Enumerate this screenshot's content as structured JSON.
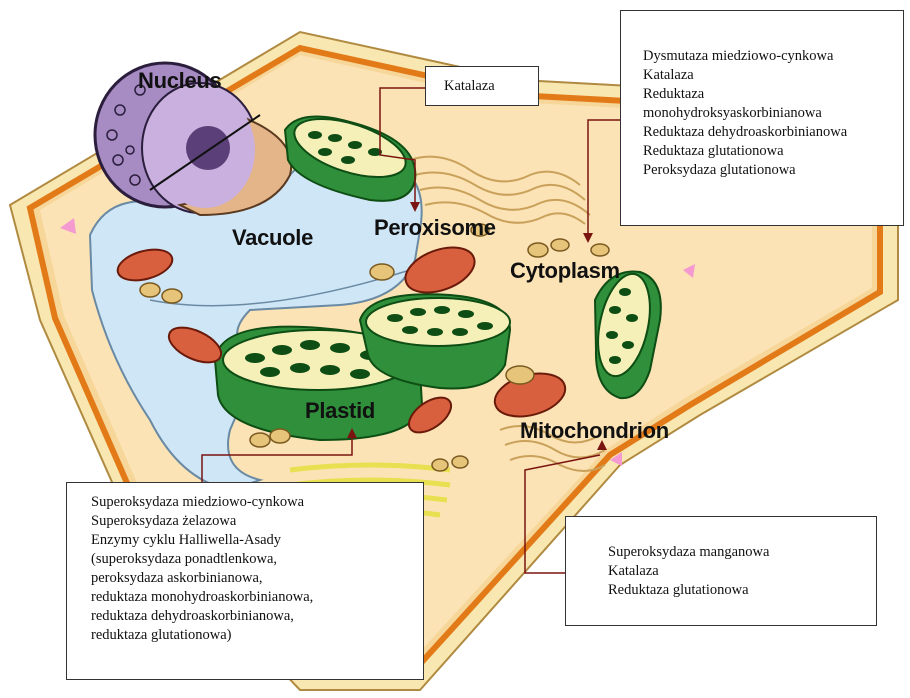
{
  "organelle_labels": {
    "nucleus": "Nucleus",
    "vacuole": "Vacuole",
    "peroxisome": "Peroxisome",
    "cytoplasm": "Cytoplasm",
    "plastid": "Plastid",
    "mitochondrion": "Mitochondrion"
  },
  "boxes": {
    "peroxisome_box": {
      "items": [
        "Katalaza"
      ]
    },
    "cytoplasm_box": {
      "items": [
        "Dysmutaza miedziowo-cynkowa",
        "Katalaza",
        "Reduktaza",
        "monohydroksyaskorbinianowa",
        "Reduktaza dehydroaskorbinianowa",
        "Reduktaza glutationowa",
        "Peroksydaza glutationowa"
      ]
    },
    "plastid_box": {
      "items": [
        "Superoksydaza miedziowo-cynkowa",
        "Superoksydaza żelazowa",
        "Enzymy cyklu Halliwella-Asady",
        "(superoksydaza ponadtlenkowa,",
        "peroksydaza askorbinianowa,",
        "reduktaza monohydroaskorbinianowa,",
        "reduktaza dehydroaskorbinianowa,",
        "reduktaza glutationowa)"
      ]
    },
    "mitochondrion_box": {
      "items": [
        "Superoksydaza manganowa",
        "Katalaza",
        "Reduktaza glutationowa"
      ]
    }
  },
  "colors": {
    "cell_wall": "#f8e7b0",
    "cell_membrane": "#f08a24",
    "cytoplasm": "#fbe3b5",
    "vacuole": "#cfe6f7",
    "nucleus": "#a78cc4",
    "plastid_green": "#2f8f3a",
    "thylakoid": "#0e4d14",
    "mitochondrion": "#d9603f",
    "connector": "#7a1410"
  }
}
